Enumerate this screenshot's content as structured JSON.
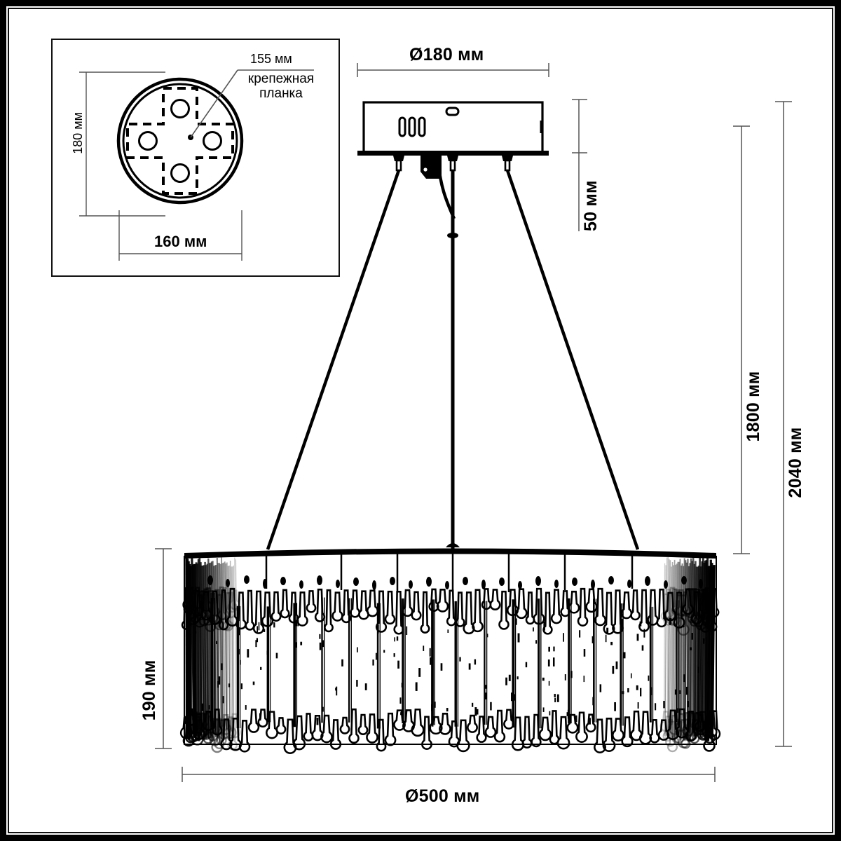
{
  "drawing": {
    "title": "Chandelier technical dimension drawing",
    "units": "мм",
    "line_color": "#000000",
    "dim_line_color": "#555555",
    "background": "#ffffff"
  },
  "detail_box": {
    "name": "ceiling-mount-detail",
    "dim_height": "180 мм",
    "dim_width": "160 мм",
    "callout_value": "155 мм",
    "callout_label_line1": "крепежная",
    "callout_label_line2": "планка"
  },
  "dimensions": {
    "canopy_diameter": "Ø180 мм",
    "canopy_height": "50 мм",
    "suspension_length": "1800 мм",
    "total_height": "2040 мм",
    "shade_height": "190 мм",
    "shade_diameter": "Ø500 мм"
  },
  "chart_data": {
    "type": "table",
    "title": "Chandelier dimensions",
    "categories": [
      "Ø180 мм canopy diameter",
      "50 мм canopy height",
      "1800 мм suspension length",
      "2040 мм total height",
      "190 мм shade height",
      "Ø500 мм shade diameter",
      "180 мм mount plate height",
      "160 мм mount plate width",
      "155 мм mounting bracket"
    ],
    "values": [
      180,
      50,
      1800,
      2040,
      190,
      500,
      180,
      160,
      155
    ],
    "xlabel": "",
    "ylabel": "мм"
  }
}
